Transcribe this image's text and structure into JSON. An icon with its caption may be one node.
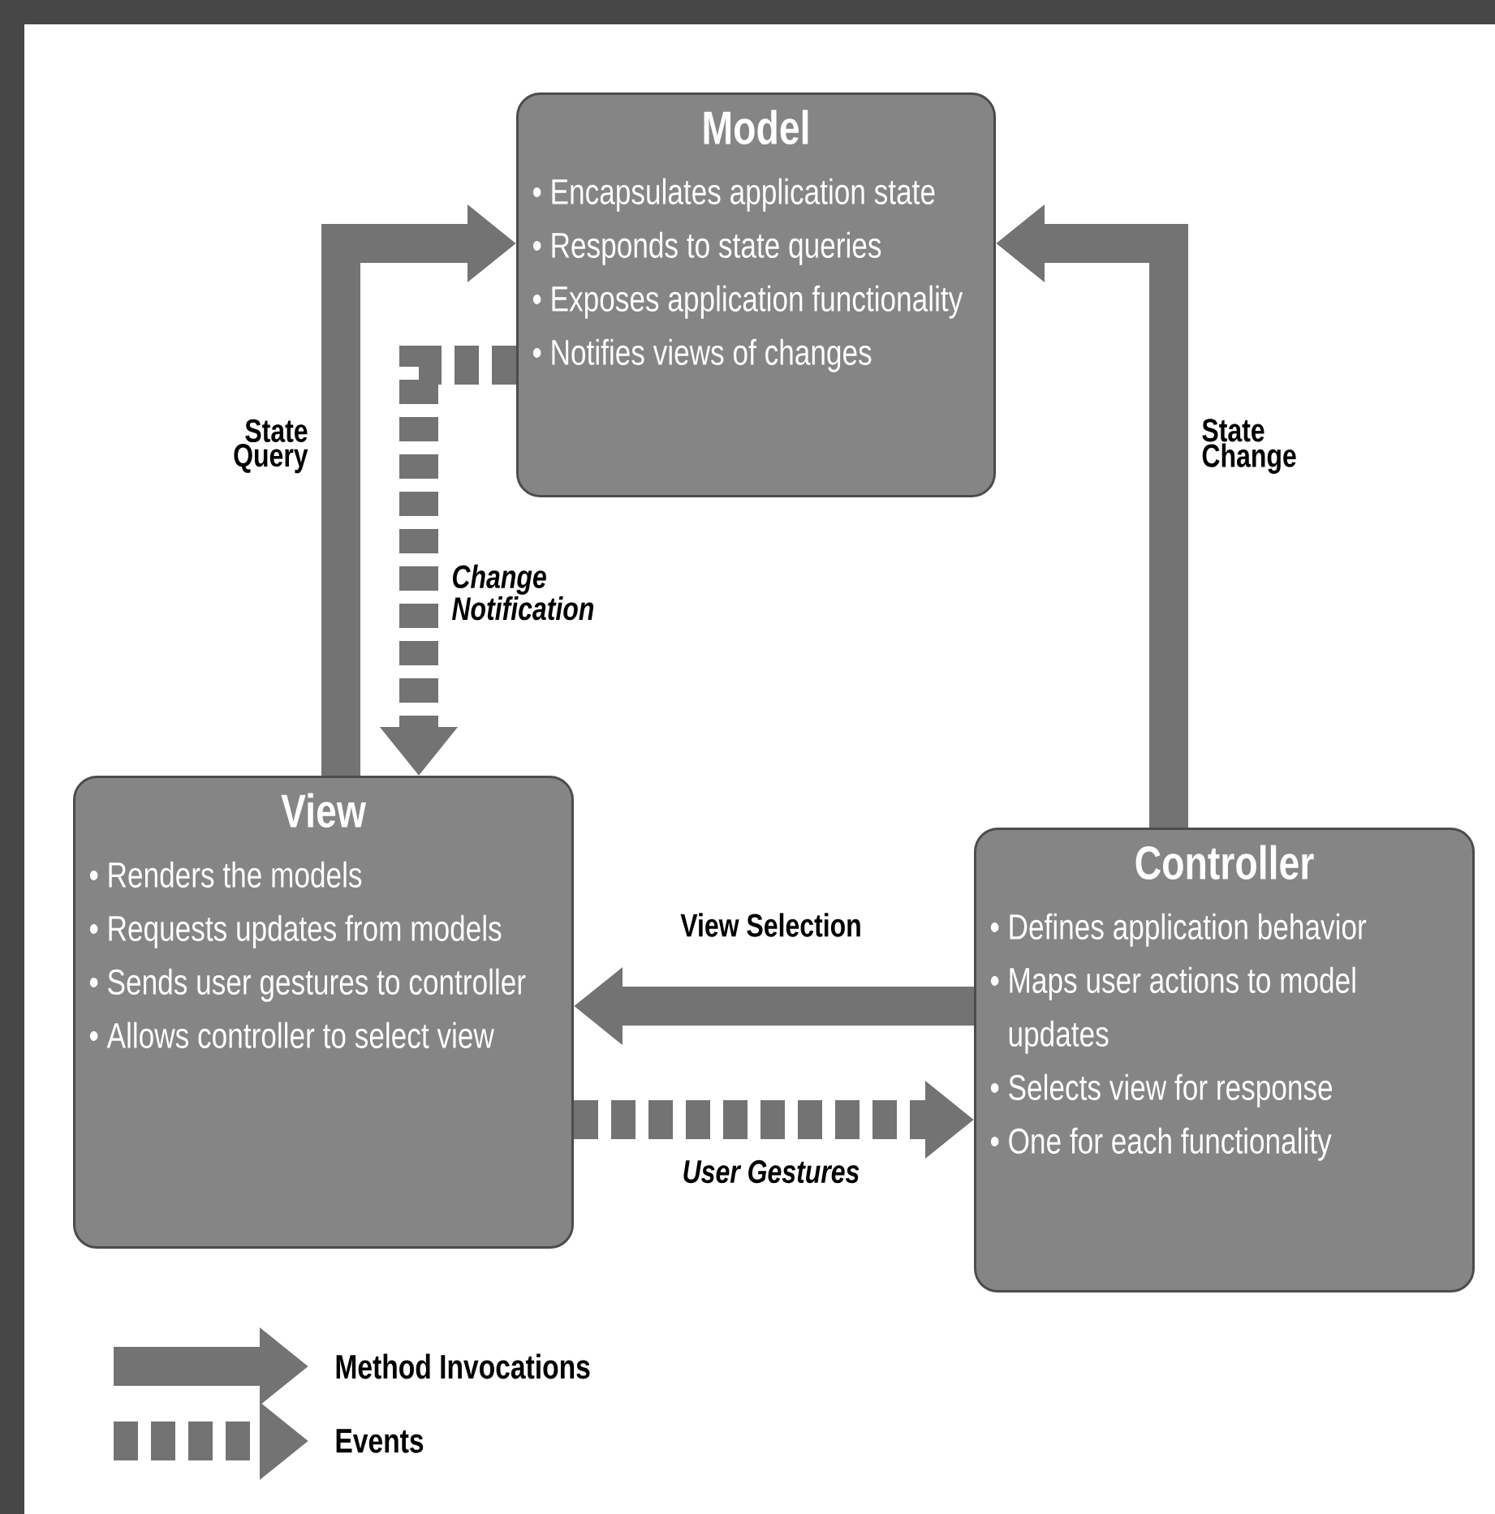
{
  "diagram": {
    "nodes": [
      {
        "text": [
          "Model",
          "• Encapsulates application state",
          "• Responds to state queries",
          "• Exposes application functionality",
          "• Notifies views of changes"
        ]
      },
      {
        "text": [
          "View",
          "• Renders the models",
          "• Requests updates from models",
          "• Sends user gestures to controller",
          "• Allows controller to select view"
        ]
      },
      {
        "text": [
          "Controller",
          "• Defines application behavior",
          "• Maps user actions to model updates",
          "• Selects view for response",
          "• One for each functionality"
        ]
      }
    ],
    "edges": [
      {
        "from": 1,
        "to": 0,
        "arrow": "to",
        "label": "State Query"
      },
      {
        "from": 2,
        "to": 0,
        "arrow": "to",
        "label": "State Change"
      },
      {
        "from": 0,
        "to": 1,
        "arrow": "to",
        "label": "Change Notification",
        "style": "dashed"
      },
      {
        "from": 2,
        "to": 1,
        "arrow": "to",
        "label": "View Selection"
      },
      {
        "from": 1,
        "to": 2,
        "arrow": "to",
        "label": "User Gestures",
        "style": "dashed"
      }
    ],
    "legend": [
      {
        "text": "Method Invocations"
      },
      {
        "text": "Events"
      }
    ]
  }
}
